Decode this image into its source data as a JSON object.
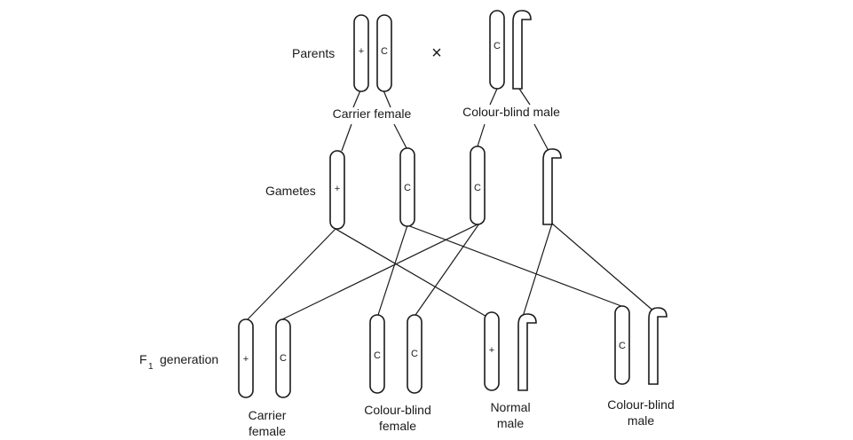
{
  "labels": {
    "parents": "Parents",
    "cross": "×",
    "gametes": "Gametes",
    "f1_main": "F",
    "f1_sub": "1",
    "f1_rest": "generation",
    "carrier_female_parent": "Carrier female",
    "colourblind_male_parent": "Colour-blind male",
    "offspring": [
      {
        "line1": "Carrier",
        "line2": "female"
      },
      {
        "line1": "Colour-blind",
        "line2": "female"
      },
      {
        "line1": "Normal",
        "line2": "male"
      },
      {
        "line1": "Colour-blind",
        "line2": "male"
      }
    ]
  },
  "markers": {
    "normal": "+",
    "colourblind": "C"
  }
}
